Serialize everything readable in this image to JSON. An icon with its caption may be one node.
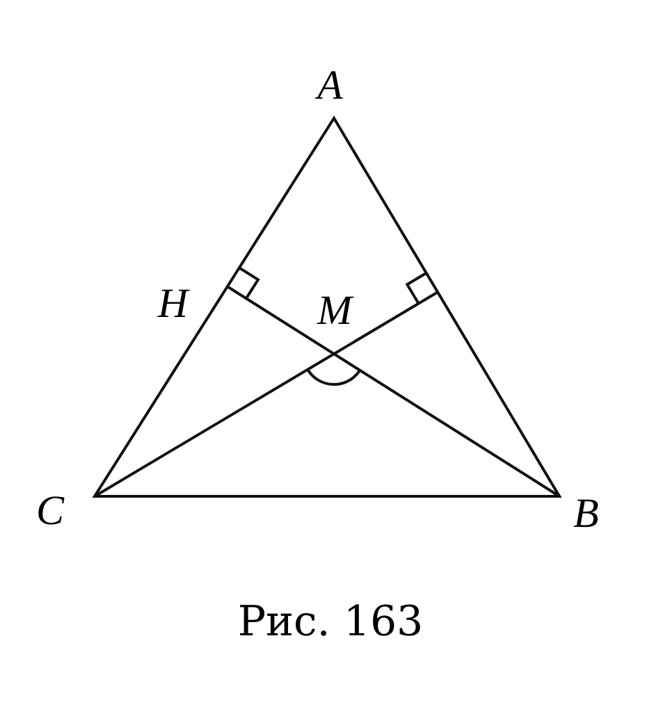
{
  "diagram": {
    "caption": "Рис. 163",
    "labels": [
      "A",
      "H",
      "M",
      "C",
      "B"
    ]
  }
}
